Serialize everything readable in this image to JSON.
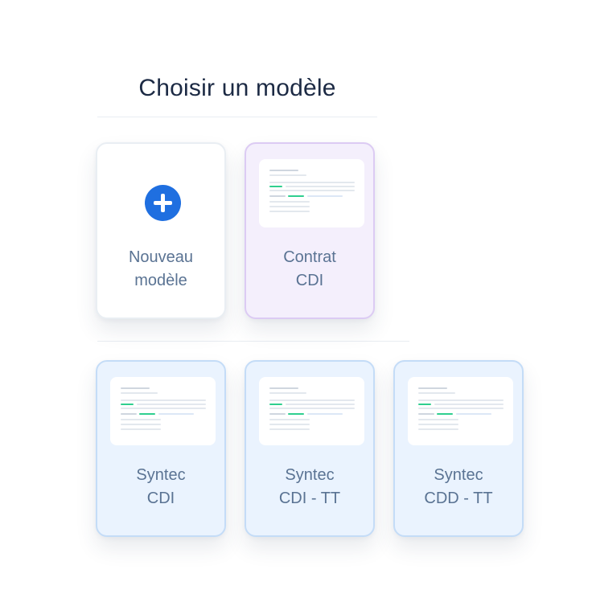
{
  "header": {
    "title": "Choisir un modèle"
  },
  "cards": {
    "new_model": {
      "line1": "Nouveau",
      "line2": "modèle",
      "icon": "plus-circle-icon"
    },
    "contrat_cdi": {
      "line1": "Contrat",
      "line2": "CDI"
    },
    "syntec_cdi": {
      "line1": "Syntec",
      "line2": "CDI"
    },
    "syntec_cdi_tt": {
      "line1": "Syntec",
      "line2": "CDI - TT"
    },
    "syntec_cdd_tt": {
      "line1": "Syntec",
      "line2": "CDD - TT"
    }
  },
  "colors": {
    "accent": "#1f6fe0",
    "purple_card": "#f4effc",
    "blue_card": "#eaf3fe",
    "highlight_green": "#2fcf8f"
  }
}
